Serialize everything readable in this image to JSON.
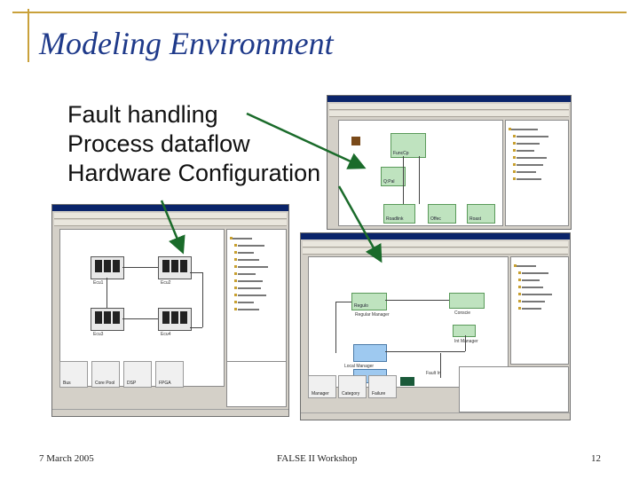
{
  "slide": {
    "title": "Modeling Environment",
    "bullets": [
      "Fault handling",
      "Process dataflow",
      "Hardware Configuration"
    ],
    "footer": {
      "date": "7 March 2005",
      "event": "FALSE II Workshop",
      "page": "12"
    }
  },
  "screens": {
    "top_right": {
      "boxes": [
        "FuncCp",
        "Q:Pal",
        "Roadlink",
        "Offec",
        "Roast"
      ]
    },
    "left": {
      "ecus": [
        "Ecu1",
        "Ecu2",
        "Ecu3",
        "Ecu4"
      ],
      "palette": [
        "Bus",
        "Core Pool",
        "DSP",
        "FPGA"
      ]
    },
    "bottom_right": {
      "boxes": [
        "Regulo",
        "Regular Manager",
        "Conscie",
        "Int Manager",
        "Local Manager",
        "Fault In"
      ],
      "palette": [
        "Manager",
        "Category",
        "Failure"
      ]
    }
  },
  "colors": {
    "title": "#1f3a8a",
    "accent_rule": "#c9a13b",
    "arrow": "#1a6b2a"
  }
}
